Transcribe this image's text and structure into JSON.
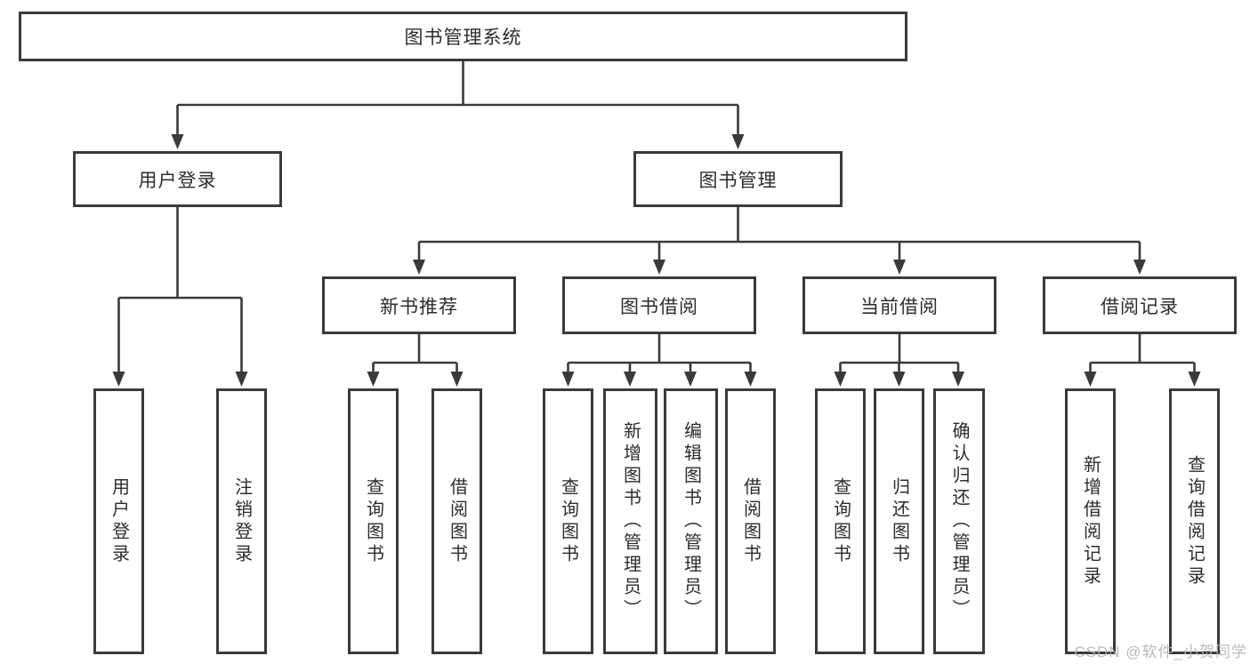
{
  "tree": {
    "root": {
      "label": "图书管理系统",
      "children": [
        {
          "label": "用户登录",
          "children": [
            {
              "label": "用户登录"
            },
            {
              "label": "注销登录"
            }
          ]
        },
        {
          "label": "图书管理",
          "children": [
            {
              "label": "新书推荐",
              "children": [
                {
                  "label": "查询图书"
                },
                {
                  "label": "借阅图书"
                }
              ]
            },
            {
              "label": "图书借阅",
              "children": [
                {
                  "label": "查询图书"
                },
                {
                  "label": "新增图书（管理员）"
                },
                {
                  "label": "编辑图书（管理员）"
                },
                {
                  "label": "借阅图书"
                }
              ]
            },
            {
              "label": "当前借阅",
              "children": [
                {
                  "label": "查询图书"
                },
                {
                  "label": "归还图书"
                },
                {
                  "label": "确认归还（管理员）"
                }
              ]
            },
            {
              "label": "借阅记录",
              "children": [
                {
                  "label": "新增借阅记录"
                },
                {
                  "label": "查询借阅记录"
                }
              ]
            }
          ]
        }
      ]
    }
  },
  "watermark": {
    "text": "CSDN @软件_小贺同学"
  },
  "colors": {
    "line": "#3a3a3a",
    "box_border": "#3a3a3a",
    "box_fill": "#ffffff",
    "text": "#2d2d2d",
    "watermark": "#b3b3b3",
    "background": "#ffffff"
  }
}
